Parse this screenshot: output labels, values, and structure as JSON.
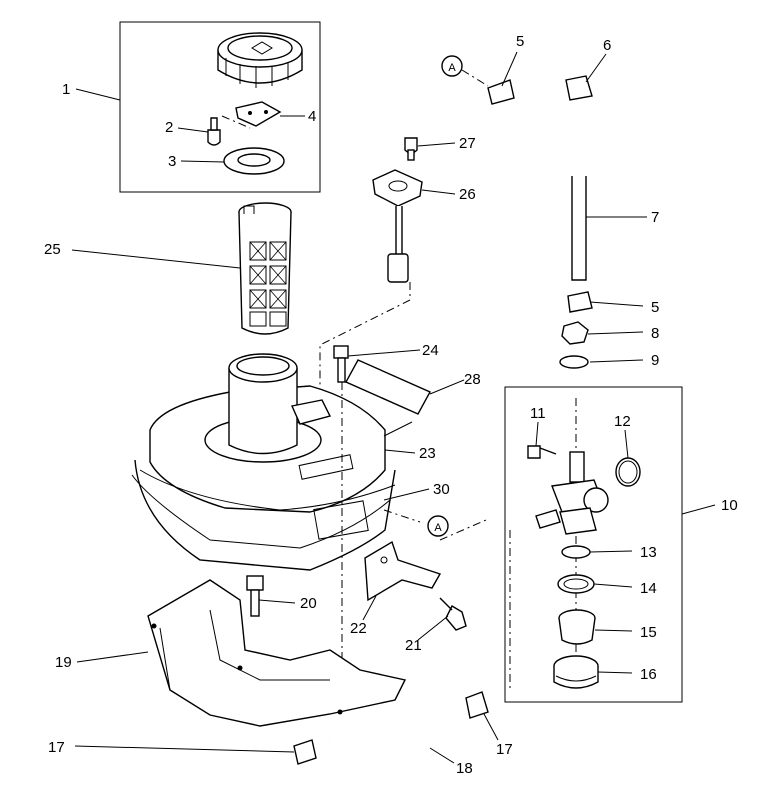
{
  "callouts": {
    "c1": "1",
    "c2": "2",
    "c3": "3",
    "c4": "4",
    "c5a": "5",
    "c5b": "5",
    "c6": "6",
    "c7": "7",
    "c8": "8",
    "c9": "9",
    "c10": "10",
    "c11": "11",
    "c12": "12",
    "c13": "13",
    "c14": "14",
    "c15": "15",
    "c16": "16",
    "c17a": "17",
    "c17b": "17",
    "c18": "18",
    "c19": "19",
    "c20": "20",
    "c21": "21",
    "c22": "22",
    "c23": "23",
    "c24": "24",
    "c25": "25",
    "c26": "26",
    "c27": "27",
    "c28": "28",
    "c30": "30"
  },
  "connectors": {
    "a_top": "A",
    "a_mid": "A"
  }
}
